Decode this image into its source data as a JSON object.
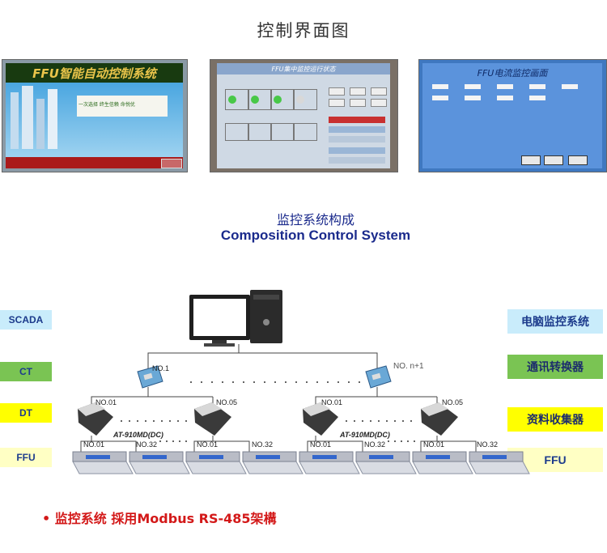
{
  "page_title": "控制界面图",
  "screens": [
    {
      "title": "FFU智能自动控制系统",
      "caption": "一次选择 终生信赖 命悦优",
      "colors": {
        "bg": "#58aee0",
        "title": "#e9c44a"
      }
    },
    {
      "title": "FFU集中监控运行状态",
      "caption": "",
      "buttons": [
        "",
        "",
        "",
        "",
        "",
        "",
        "",
        "",
        ""
      ]
    },
    {
      "title": "FFU电流监控画面",
      "caption": "",
      "buttons": [
        "",
        "",
        ""
      ]
    }
  ],
  "section": {
    "title_cn": "监控系统构成",
    "title_en": "Composition Control System"
  },
  "left_tags": [
    "SCADA",
    "CT",
    "DT",
    "FFU"
  ],
  "right_tags": [
    "电脑监控系统",
    "通讯转换器",
    "资料收集器",
    "FFU"
  ],
  "tag_colors": [
    "#c9ecfb",
    "#7ac453",
    "#ffff00",
    "#ffffc4"
  ],
  "diagram": {
    "converter_first": "NO.1",
    "converter_last": "NO. n+1",
    "collector_first": "NO.01",
    "collector_last": "NO.05",
    "ffu_first": "NO.01",
    "ffu_last": "NO.32",
    "collector_model": "AT-910MD(DC)"
  },
  "bullet": "• 监控系统 採用Modbus RS-485架構"
}
